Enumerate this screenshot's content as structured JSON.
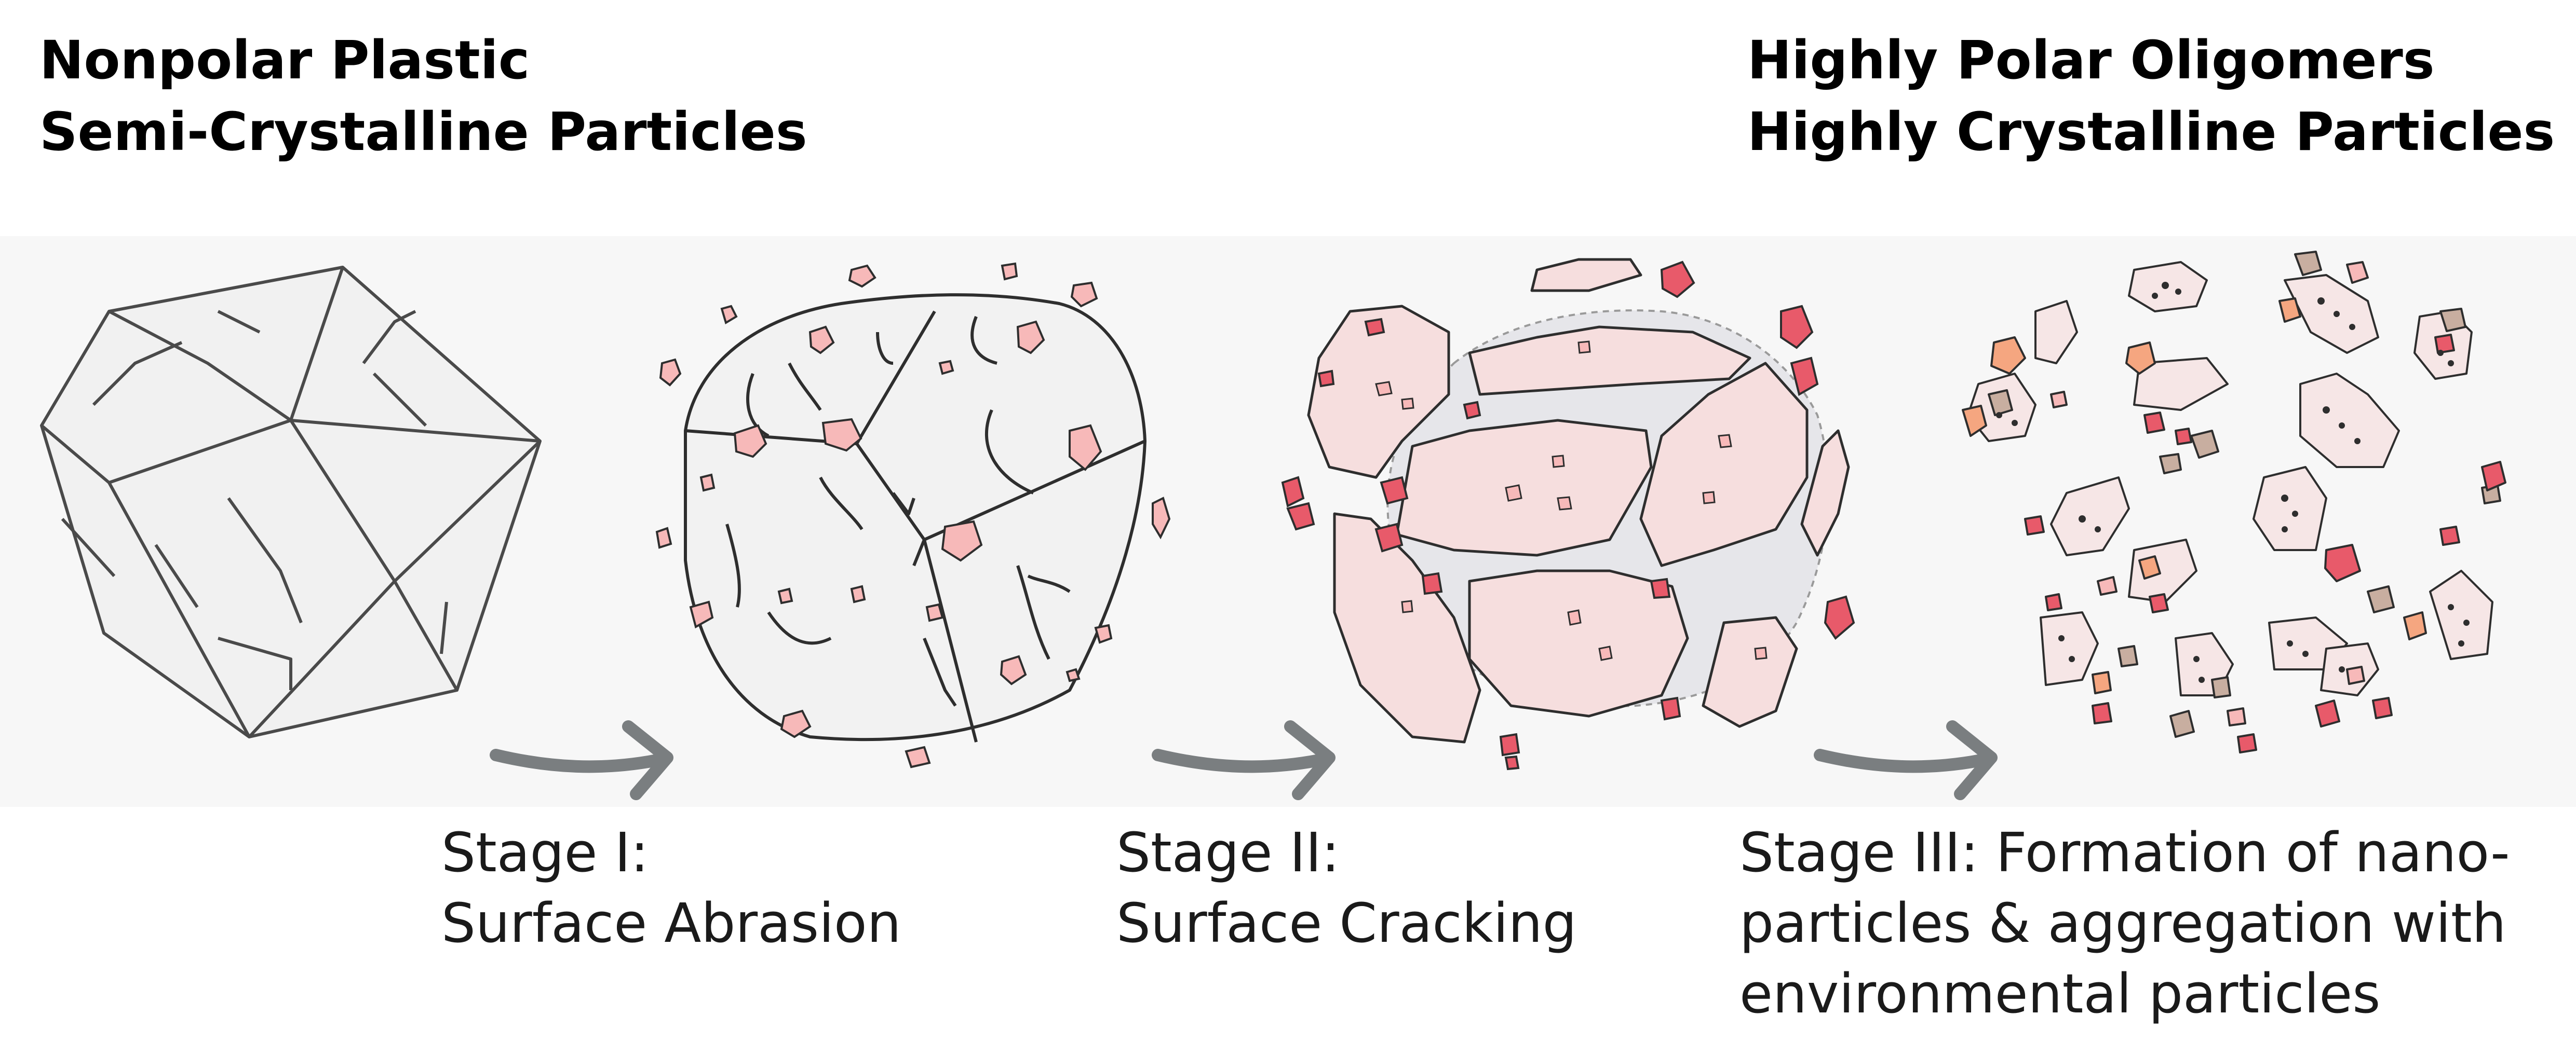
{
  "headings": {
    "left": {
      "line1": "Nonpolar Plastic",
      "line2": "Semi-Crystalline Particles"
    },
    "right": {
      "line1": "Highly Polar Oligomers",
      "line2": "Highly Crystalline Particles"
    }
  },
  "stages": [
    {
      "line1": "Stage I:",
      "line2": "Surface Abrasion"
    },
    {
      "line1": "Stage II:",
      "line2": "Surface Cracking"
    },
    {
      "line1": "Stage III: Formation of nano-",
      "line2": "particles & aggregation with",
      "line3": "environmental particles"
    }
  ],
  "colors": {
    "particle_fill": "#f0f0f0",
    "outline": "#444444",
    "fragment_light": "#f7b9b9",
    "fragment_dark": "#e85a6a",
    "flake_fill": "#f6dede",
    "environmental_brown": "#c8aea0",
    "environmental_orange": "#f5a680",
    "arrow": "#7a7e80"
  }
}
